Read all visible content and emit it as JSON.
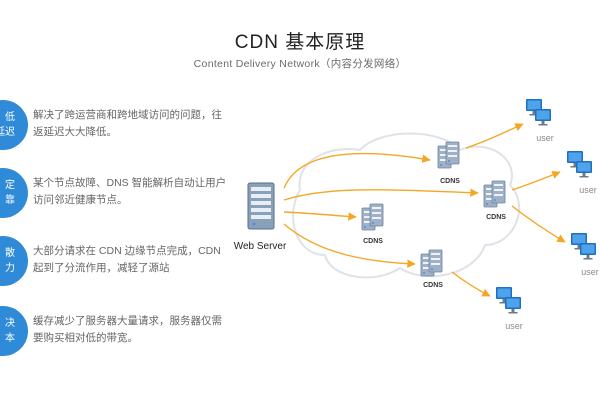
{
  "header": {
    "title": "CDN 基本原理",
    "subtitle": "Content Delivery Network（内容分发网络）"
  },
  "features": [
    {
      "badge": [
        "低",
        "延迟"
      ],
      "text": "解决了跨运营商和跨地域访问的问题，往返延迟大大降低。"
    },
    {
      "badge": [
        "定",
        "靠"
      ],
      "text": "某个节点故障、DNS 智能解析自动让用户访问邻近健康节点。"
    },
    {
      "badge": [
        "散",
        "力"
      ],
      "text": "大部分请求在 CDN 边缘节点完成，CDN 起到了分流作用，减轻了源站"
    },
    {
      "badge": [
        "决",
        "本"
      ],
      "text": "缓存减少了服务器大量请求，服务器仅需要购买相对低的带宽。"
    }
  ],
  "diagram": {
    "origin_label": "Web Server",
    "cdn_node_label": "CDNS",
    "user_label": "user",
    "colors": {
      "accent": "#2f8bd8",
      "arrow": "#f5a623",
      "cloud": "#dfe3e8",
      "node_body": "#a9b8cb"
    }
  }
}
